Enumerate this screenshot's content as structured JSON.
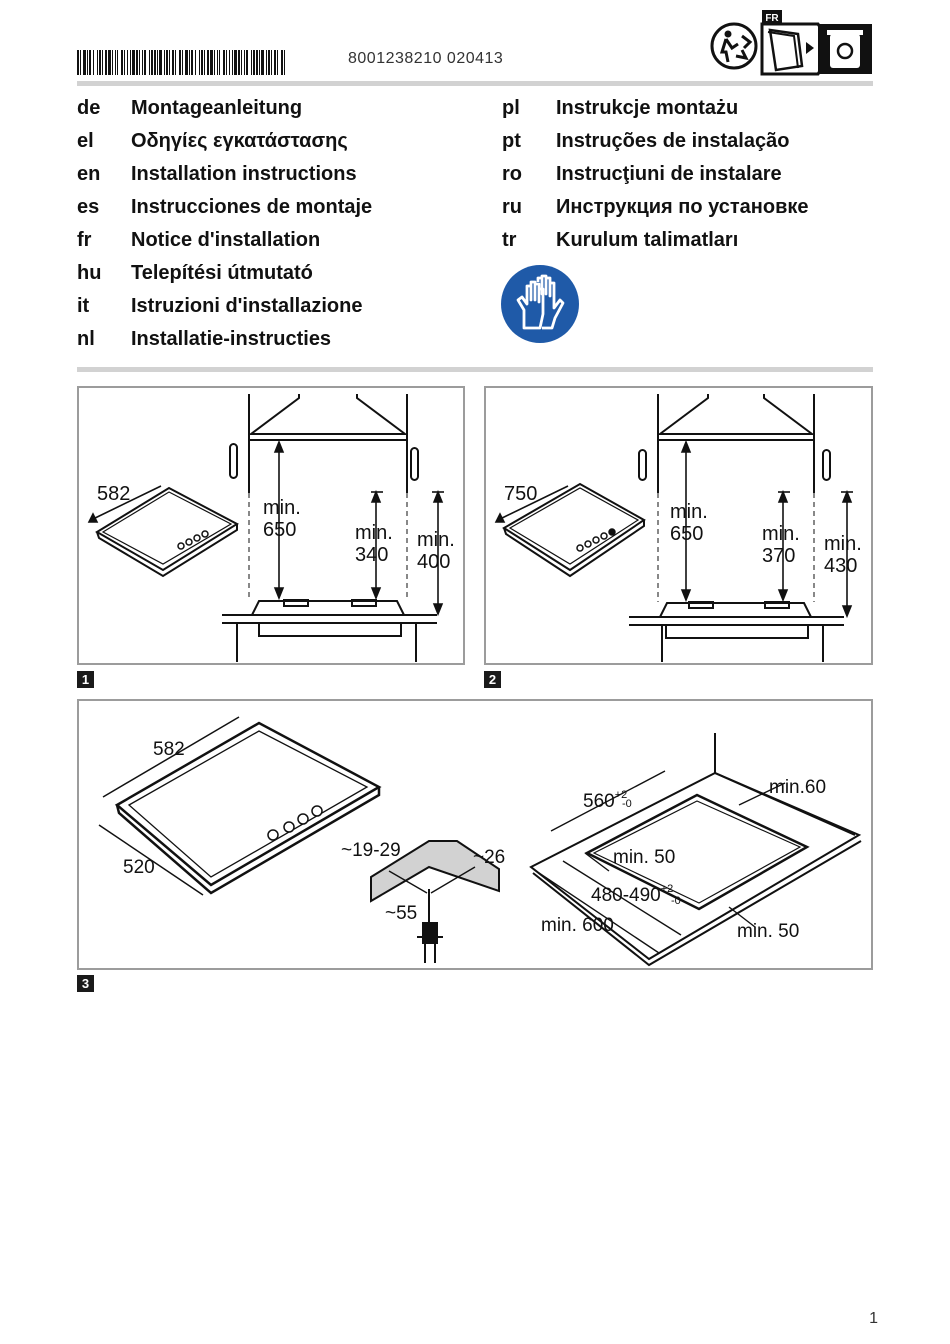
{
  "header": {
    "doc_number": "8001238210 020413",
    "recycling_badge": "FR",
    "page_number": "1"
  },
  "languages_left": [
    {
      "code": "de",
      "title": "Montageanleitung"
    },
    {
      "code": "el",
      "title": "Οδηγίες εγκατάστασης"
    },
    {
      "code": "en",
      "title": "Installation instructions"
    },
    {
      "code": "es",
      "title": "Instrucciones de montaje"
    },
    {
      "code": "fr",
      "title": "Notice d'installation"
    },
    {
      "code": "hu",
      "title": "Telepítési útmutató"
    },
    {
      "code": "it",
      "title": "Istruzioni d'installazione"
    },
    {
      "code": "nl",
      "title": "Installatie-instructies"
    }
  ],
  "languages_right": [
    {
      "code": "pl",
      "title": "Instrukcje montażu"
    },
    {
      "code": "pt",
      "title": "Instruções de instalação"
    },
    {
      "code": "ro",
      "title": "Instrucţiuni de instalare"
    },
    {
      "code": "ru",
      "title": "Инструкция по установке"
    },
    {
      "code": "tr",
      "title": "Kurulum talimatları"
    }
  ],
  "figures": {
    "fig1": {
      "number": "1",
      "hob_width": "582",
      "hood_label_1": "min.",
      "hood_value": "650",
      "side_label_1": "min.",
      "side_value_1": "340",
      "side_label_2": "min.",
      "side_value_2": "400"
    },
    "fig2": {
      "number": "2",
      "hob_width": "750",
      "hood_label_1": "min.",
      "hood_value": "650",
      "side_label_1": "min.",
      "side_value_1": "370",
      "side_label_2": "min.",
      "side_value_2": "430"
    },
    "fig3": {
      "number": "3",
      "hob_width": "582",
      "hob_depth": "520",
      "clip_range": "~19-29",
      "clip_width": "~26",
      "clip_depth": "~55",
      "cutout_width": "560",
      "cutout_width_tol_plus": "+2",
      "cutout_width_tol_minus": "-0",
      "cutout_depth": "480-490",
      "cutout_depth_tol_plus": "+2",
      "cutout_depth_tol_minus": "-0",
      "min_wall": "min.60",
      "min_front": "min. 50",
      "min_side": "min. 50",
      "min_worktop": "min. 600"
    }
  },
  "colors": {
    "rule": "#d2d2d2",
    "frame": "#9c9c9c",
    "gloves_blue": "#1f5aa8"
  }
}
